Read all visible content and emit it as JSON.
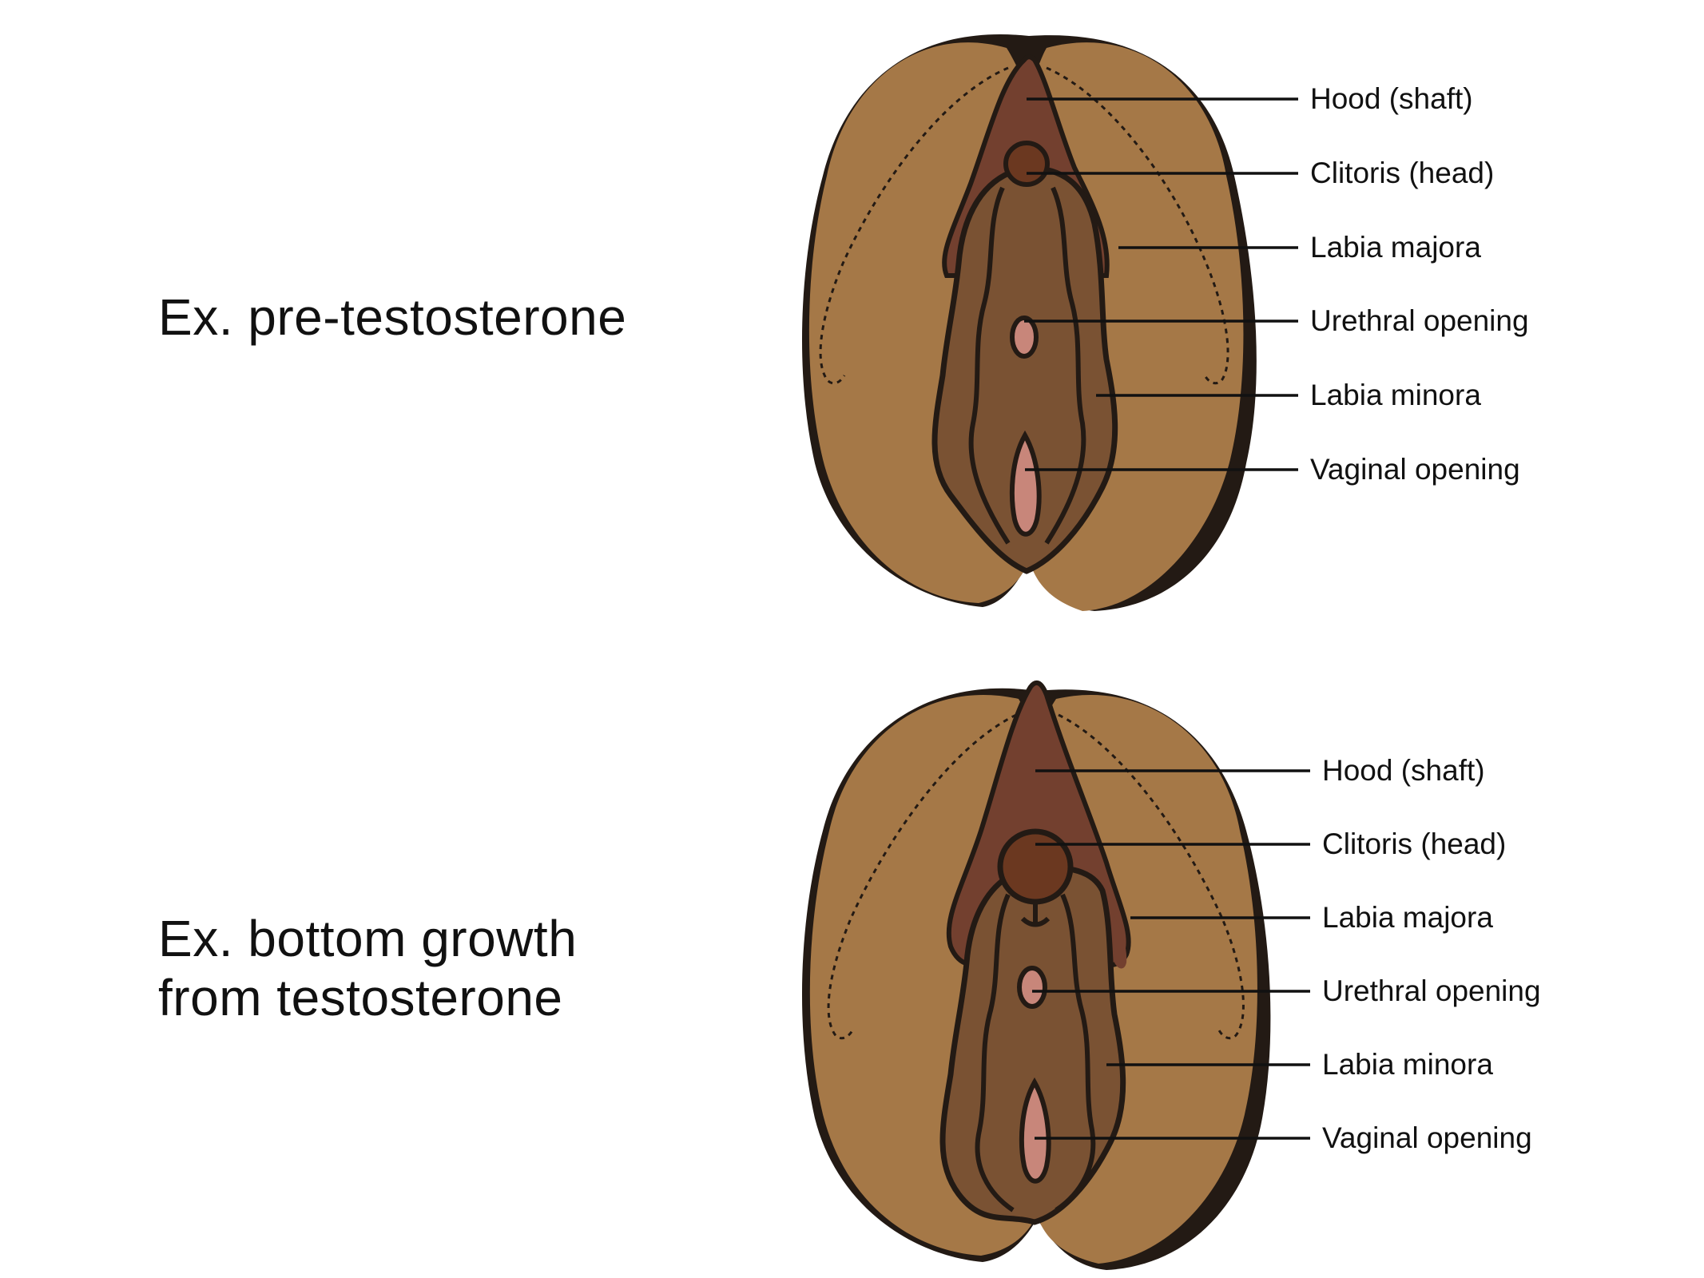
{
  "colors": {
    "background": "#ffffff",
    "outer_fill": "#a57847",
    "outline": "#231a14",
    "inner_fill": "#7a5233",
    "hood_fill": "#73402f",
    "clitoris_fill": "#6b3820",
    "opening_fill": "#c8867a",
    "text": "#111111"
  },
  "diagrams": [
    {
      "caption_lines": [
        "Ex. pre-testosterone"
      ],
      "labels": [
        "Hood (shaft)",
        "Clitoris (head)",
        "Labia majora",
        "Urethral opening",
        "Labia minora",
        "Vaginal opening"
      ]
    },
    {
      "caption_lines": [
        "Ex. bottom growth",
        "from testosterone"
      ],
      "labels": [
        "Hood (shaft)",
        "Clitoris (head)",
        "Labia majora",
        "Urethral opening",
        "Labia minora",
        "Vaginal opening"
      ]
    }
  ]
}
